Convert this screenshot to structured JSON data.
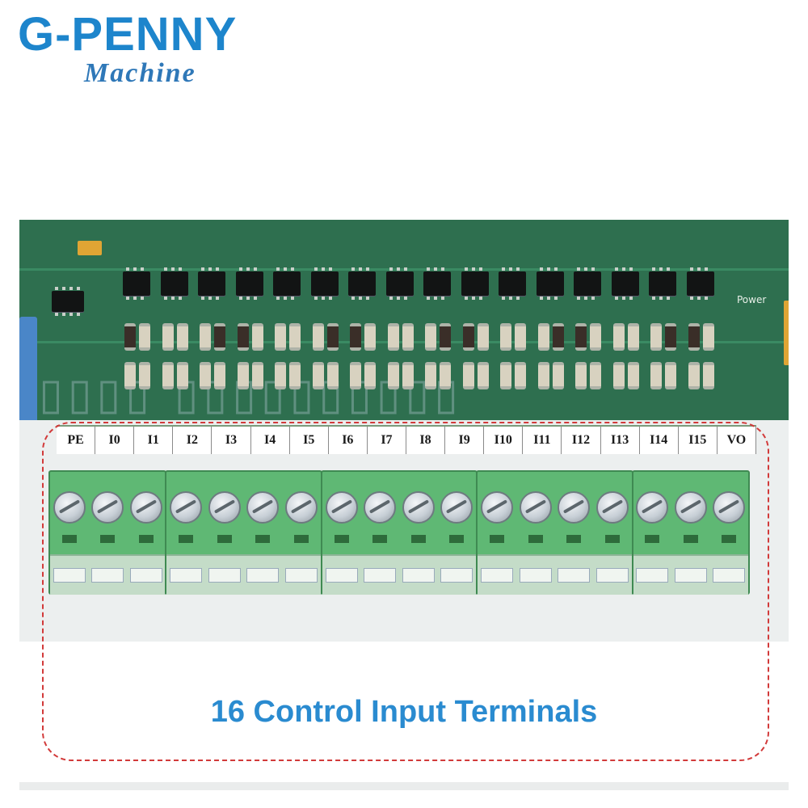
{
  "logo": {
    "brand": "G-PENNY",
    "tagline": "Machine"
  },
  "terminal_labels": [
    "PE",
    "I0",
    "I1",
    "I2",
    "I3",
    "I4",
    "I5",
    "I6",
    "I7",
    "I8",
    "I9",
    "I10",
    "I11",
    "I12",
    "I13",
    "I14",
    "I15",
    "VO"
  ],
  "pcb_text": {
    "power_label": "Power"
  },
  "caption": "16 Control Input Terminals",
  "colors": {
    "brand_blue": "#1d85cc",
    "tagline_blue": "#2f78b8",
    "caption_blue": "#2a8bd0",
    "frame_red": "#d23a3a",
    "pcb_green": "#2e6f4f",
    "terminal_green": "#5fb874"
  }
}
